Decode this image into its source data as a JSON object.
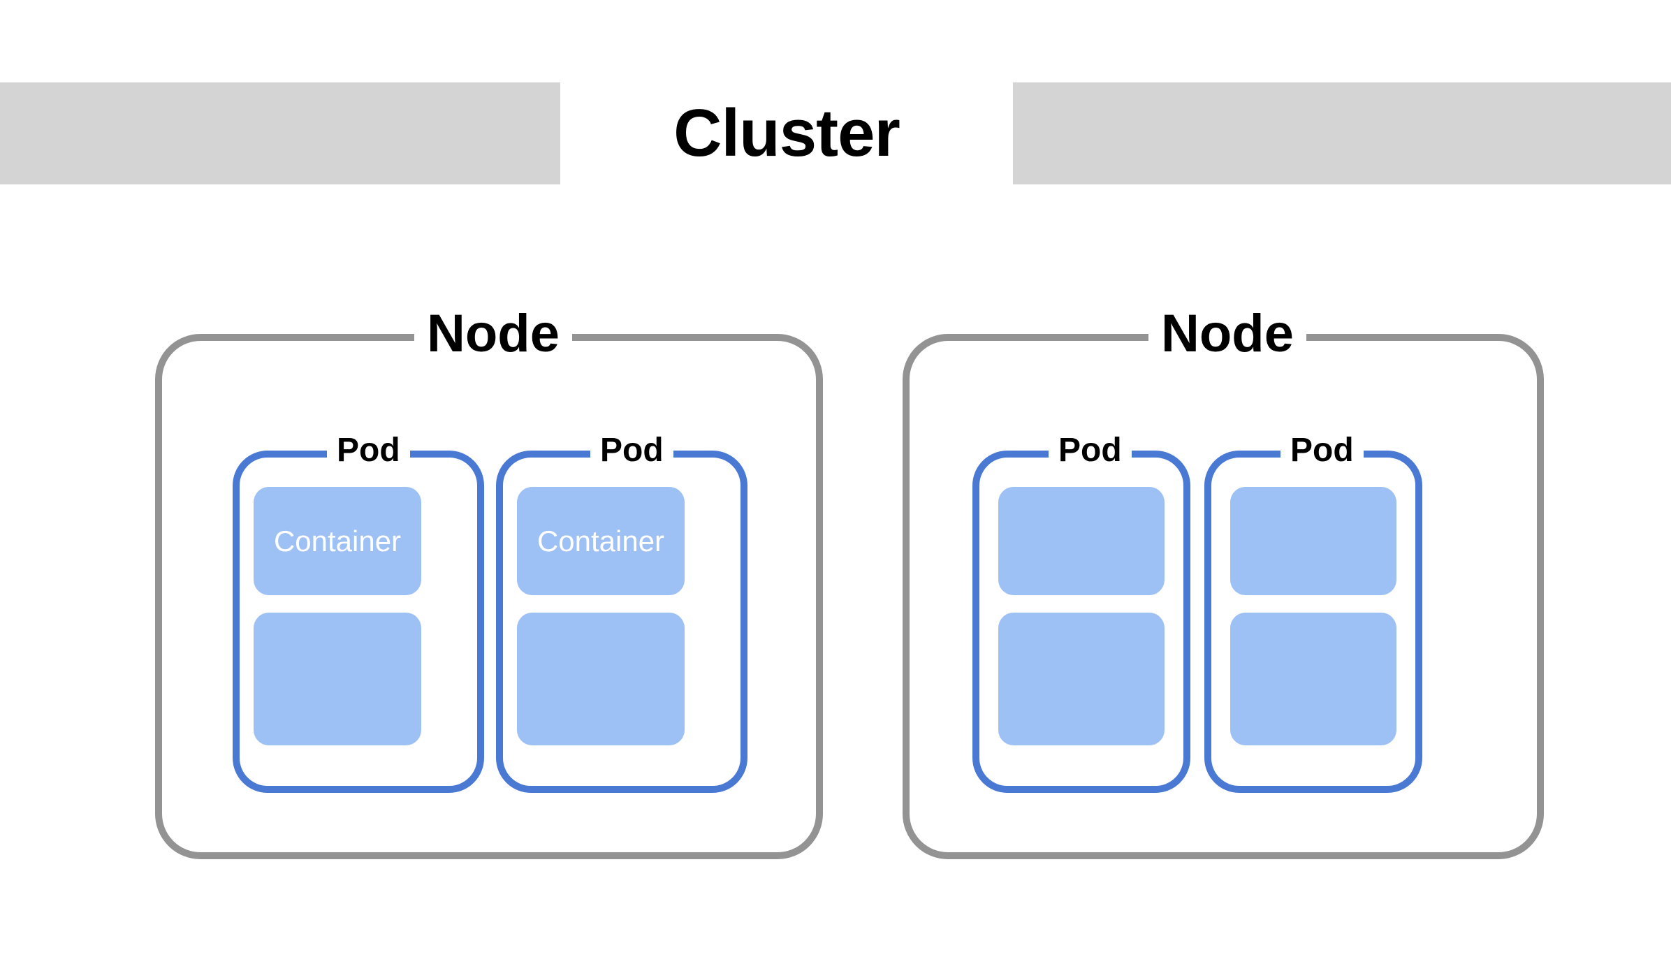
{
  "diagram": {
    "type": "kubernetes-cluster-architecture",
    "title": "Cluster",
    "colors": {
      "header_band": "#d4d4d4",
      "node_border": "#939393",
      "pod_border": "#4a79d4",
      "container_fill": "#9dc0f5",
      "container_text": "#ffffff",
      "background": "#ffffff",
      "title_text": "#000000"
    },
    "nodes": [
      {
        "label": "Node",
        "pods": [
          {
            "label": "Pod",
            "containers": [
              {
                "label": "Container"
              },
              {
                "label": ""
              }
            ]
          },
          {
            "label": "Pod",
            "containers": [
              {
                "label": "Container"
              },
              {
                "label": ""
              }
            ]
          }
        ]
      },
      {
        "label": "Node",
        "pods": [
          {
            "label": "Pod",
            "containers": [
              {
                "label": ""
              },
              {
                "label": ""
              }
            ]
          },
          {
            "label": "Pod",
            "containers": [
              {
                "label": ""
              },
              {
                "label": ""
              }
            ]
          }
        ]
      }
    ]
  }
}
